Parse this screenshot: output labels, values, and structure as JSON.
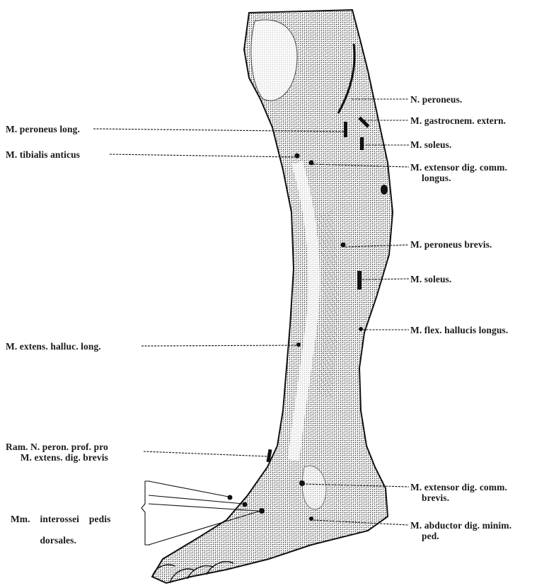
{
  "labels": {
    "right": [
      {
        "id": "n-peroneus",
        "text": "N. peroneus."
      },
      {
        "id": "m-gastrocnem-extern",
        "text": "M. gastrocnem. extern."
      },
      {
        "id": "m-soleus-upper",
        "text": "M. soleus."
      },
      {
        "id": "m-extensor-dig-comm-longus",
        "text": "M. extensor dig. comm.",
        "sub": "longus."
      },
      {
        "id": "m-peroneus-brevis",
        "text": "M. peroneus brevis."
      },
      {
        "id": "m-soleus-lower",
        "text": "M. soleus."
      },
      {
        "id": "m-flex-hallucis-longus",
        "text": "M. flex. hallucis longus."
      },
      {
        "id": "m-extensor-dig-comm-brevis",
        "text": "M. extensor dig. comm.",
        "sub": "brevis."
      },
      {
        "id": "m-abductor-dig-minim-ped",
        "text": "M. abductor dig. minim.",
        "sub": "ped."
      }
    ],
    "left": [
      {
        "id": "m-peroneus-long",
        "text": "M. peroneus long."
      },
      {
        "id": "m-tibialis-anticus",
        "text": "M. tibialis anticus"
      },
      {
        "id": "m-extens-halluc-long",
        "text": "M. extens. halluc. long."
      },
      {
        "id": "ram-n-peron-prof",
        "text": "Ram. N. peron. prof. pro",
        "sub": "M. extens. dig. brevis"
      },
      {
        "id": "mm-interossei-pedis-dorsales",
        "text": "Mm.    interossei    pedis",
        "sub": "dorsales."
      }
    ]
  }
}
